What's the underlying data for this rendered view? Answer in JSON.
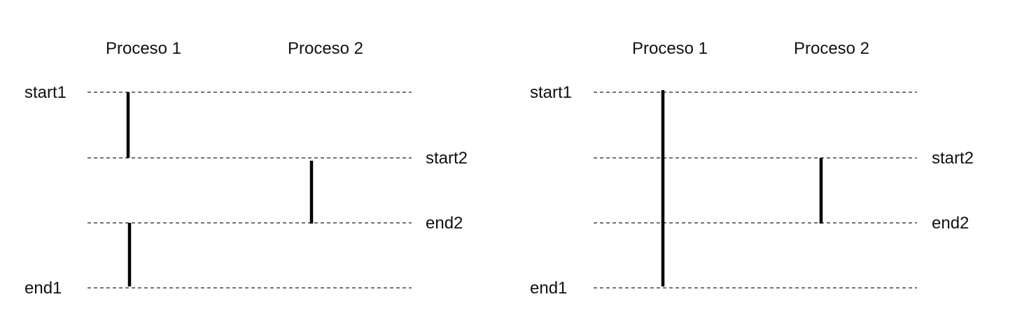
{
  "diagrams": [
    {
      "process_headers": [
        "Proceso 1",
        "Proceso 2"
      ],
      "left_labels": [
        "start1",
        "end1"
      ],
      "right_labels": [
        "start2",
        "end2"
      ],
      "ticks": [
        "start1",
        "start2",
        "end2",
        "end1"
      ],
      "segments": [
        {
          "process": "Proceso 1",
          "from": "start1",
          "to": "start2"
        },
        {
          "process": "Proceso 1",
          "from": "end2",
          "to": "end1"
        },
        {
          "process": "Proceso 2",
          "from": "start2",
          "to": "end2"
        }
      ]
    },
    {
      "process_headers": [
        "Proceso 1",
        "Proceso 2"
      ],
      "left_labels": [
        "start1",
        "end1"
      ],
      "right_labels": [
        "start2",
        "end2"
      ],
      "ticks": [
        "start1",
        "start2",
        "end2",
        "end1"
      ],
      "segments": [
        {
          "process": "Proceso 1",
          "from": "start1",
          "to": "end1"
        },
        {
          "process": "Proceso 2",
          "from": "start2",
          "to": "end2"
        }
      ]
    }
  ],
  "colors": {
    "line": "#000000",
    "dash": "#222222",
    "text": "#111111"
  }
}
